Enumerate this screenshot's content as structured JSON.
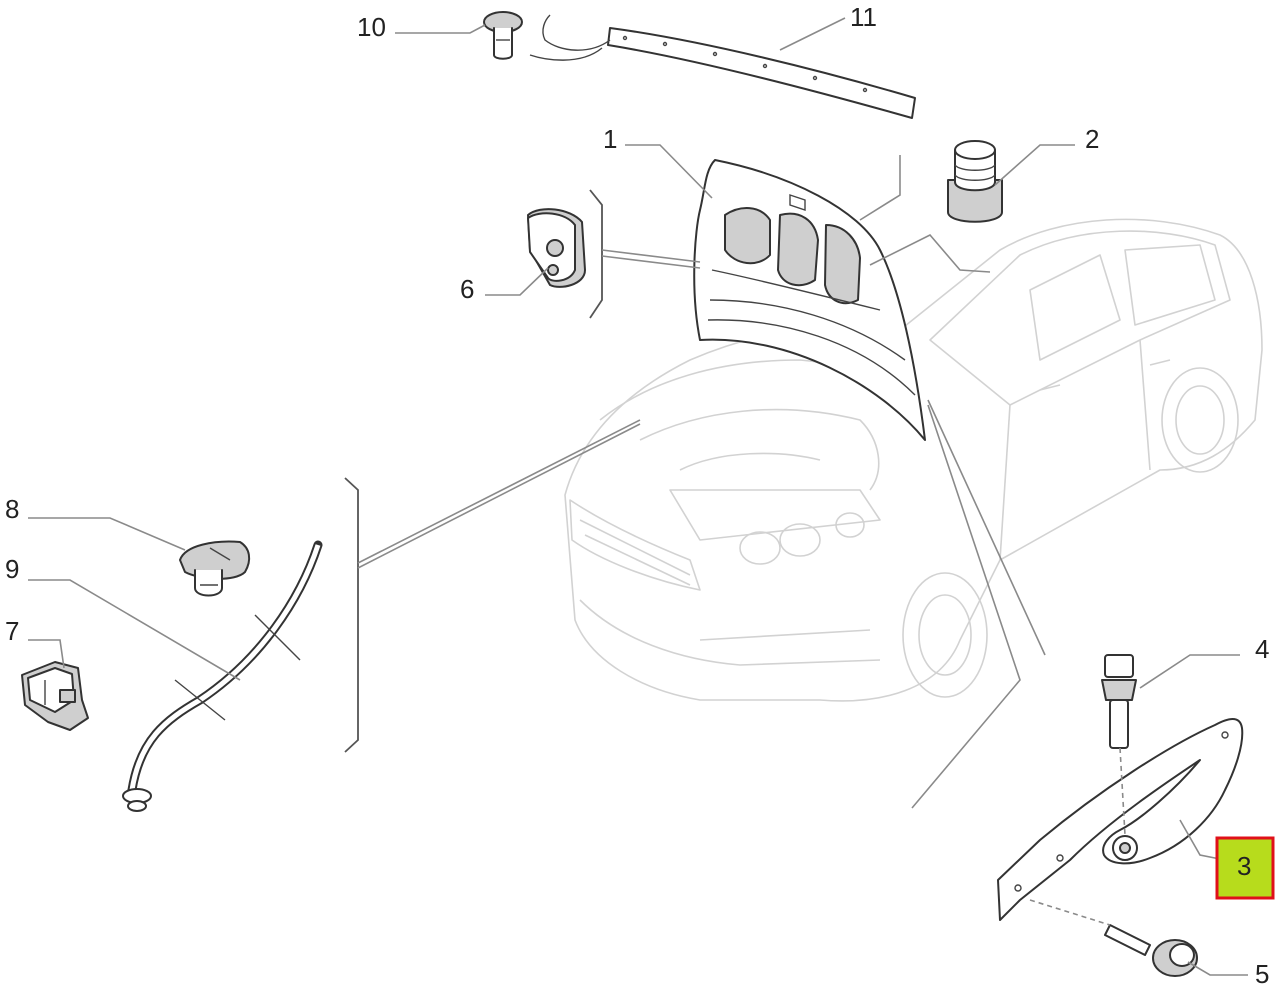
{
  "diagram": {
    "callouts": [
      {
        "id": "1",
        "label": "1"
      },
      {
        "id": "2",
        "label": "2"
      },
      {
        "id": "3",
        "label": "3",
        "highlighted": true
      },
      {
        "id": "4",
        "label": "4"
      },
      {
        "id": "5",
        "label": "5"
      },
      {
        "id": "6",
        "label": "6"
      },
      {
        "id": "7",
        "label": "7"
      },
      {
        "id": "8",
        "label": "8"
      },
      {
        "id": "9",
        "label": "9"
      },
      {
        "id": "10",
        "label": "10"
      },
      {
        "id": "11",
        "label": "11"
      }
    ],
    "highlight": {
      "fill": "#b7dc1c",
      "border": "#e0101a"
    }
  }
}
